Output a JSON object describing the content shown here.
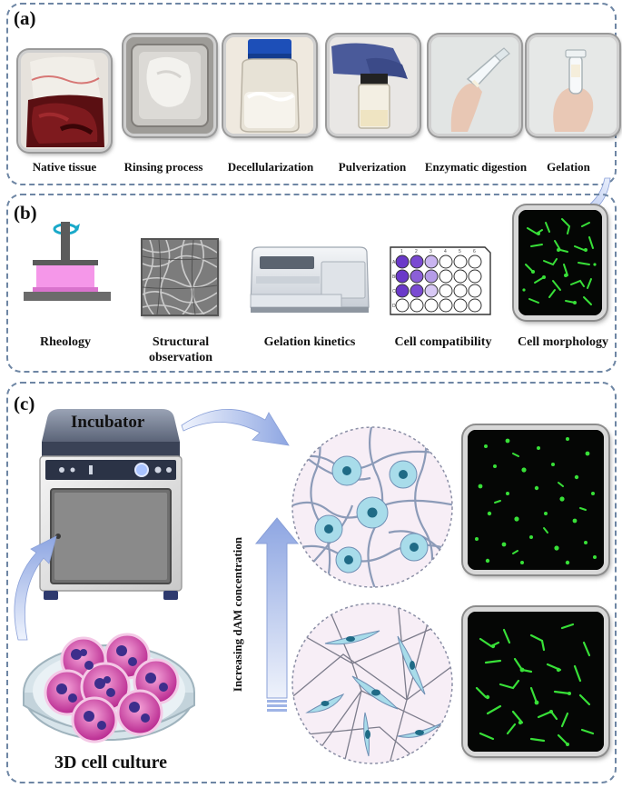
{
  "panels": {
    "a": {
      "label": "(a)",
      "steps": [
        {
          "label": "Native tissue",
          "icon": "native-tissue-photo"
        },
        {
          "label": "Rinsing process",
          "icon": "rinsing-tray-photo"
        },
        {
          "label": "Decellularization",
          "icon": "decellularization-jar-photo"
        },
        {
          "label": "Pulverization",
          "icon": "pulverization-vial-photo"
        },
        {
          "label": "Enzymatic digestion",
          "icon": "enzymatic-tube-photo"
        },
        {
          "label": "Gelation",
          "icon": "gelation-tube-photo"
        }
      ]
    },
    "b": {
      "label": "(b)",
      "methods": [
        {
          "label": "Rheology",
          "icon": "rheometer-icon"
        },
        {
          "label": "Structural\nobservation",
          "icon": "sem-fiber-image"
        },
        {
          "label": "Gelation kinetics",
          "icon": "plate-reader-icon"
        },
        {
          "label": "Cell compatibility",
          "icon": "well-plate-icon"
        },
        {
          "label": "Cell morphology",
          "icon": "fluorescence-micrograph"
        }
      ],
      "well_plate_columns": [
        "1",
        "2",
        "3",
        "4",
        "5",
        "6"
      ],
      "well_plate_rows": [
        "A",
        "B",
        "C",
        "D"
      ]
    },
    "c": {
      "label": "(c)",
      "incubator_label": "Incubator",
      "culture_label": "3D cell culture",
      "arrow_label": "Increasing dAM concentration"
    }
  },
  "colors": {
    "panel_border": "#6e86a4",
    "arrow_blue": "#9fb4e6",
    "cell_fill": "#a8dcea",
    "cell_nucleus": "#1f6b86",
    "fluorescence_green": "#38e038",
    "gel_pink": "#f08ae6",
    "well_purple_dark": "#6a39c9",
    "well_purple_light": "#c9b4f0"
  }
}
